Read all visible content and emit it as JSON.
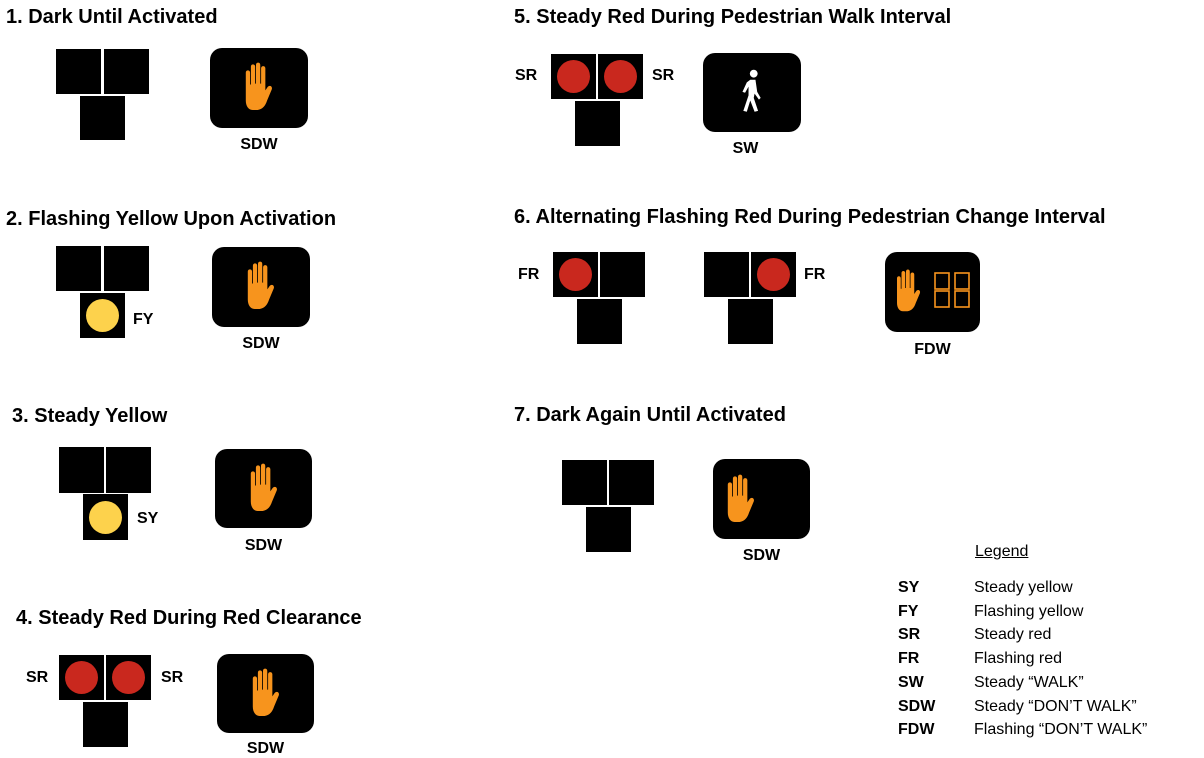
{
  "colors": {
    "red": "#c9281e",
    "yellow": "#fdd24c",
    "hand": "#f7941d",
    "walk": "#ffffff",
    "housing": "#000000"
  },
  "panels": [
    {
      "title": "1. Dark Until Activated",
      "ped_label": "SDW",
      "ped_icon": "hand-icon"
    },
    {
      "title": "2. Flashing Yellow Upon Activation",
      "signal_label": "FY",
      "ped_label": "SDW",
      "ped_icon": "hand-icon"
    },
    {
      "title": "3. Steady Yellow",
      "signal_label": "SY",
      "ped_label": "SDW",
      "ped_icon": "hand-icon"
    },
    {
      "title": "4. Steady Red During Red Clearance",
      "left_label": "SR",
      "right_label": "SR",
      "ped_label": "SDW",
      "ped_icon": "hand-icon"
    },
    {
      "title": "5. Steady Red During Pedestrian Walk Interval",
      "left_label": "SR",
      "right_label": "SR",
      "ped_label": "SW",
      "ped_icon": "walking-person-icon"
    },
    {
      "title": "6. Alternating Flashing Red During Pedestrian Change Interval",
      "left_signal_label": "FR",
      "right_signal_label": "FR",
      "ped_label": "FDW",
      "ped_icon": "hand-countdown-icon"
    },
    {
      "title": "7. Dark Again Until Activated",
      "ped_label": "SDW",
      "ped_icon": "hand-icon"
    }
  ],
  "legend": {
    "title": "Legend",
    "items": [
      {
        "abbr": "SY",
        "desc": "Steady yellow"
      },
      {
        "abbr": "FY",
        "desc": "Flashing yellow"
      },
      {
        "abbr": "SR",
        "desc": "Steady red"
      },
      {
        "abbr": "FR",
        "desc": "Flashing red"
      },
      {
        "abbr": "SW",
        "desc": "Steady “WALK”"
      },
      {
        "abbr": "SDW",
        "desc": "Steady “DON’T WALK”"
      },
      {
        "abbr": "FDW",
        "desc": "Flashing “DON’T WALK”"
      }
    ]
  }
}
